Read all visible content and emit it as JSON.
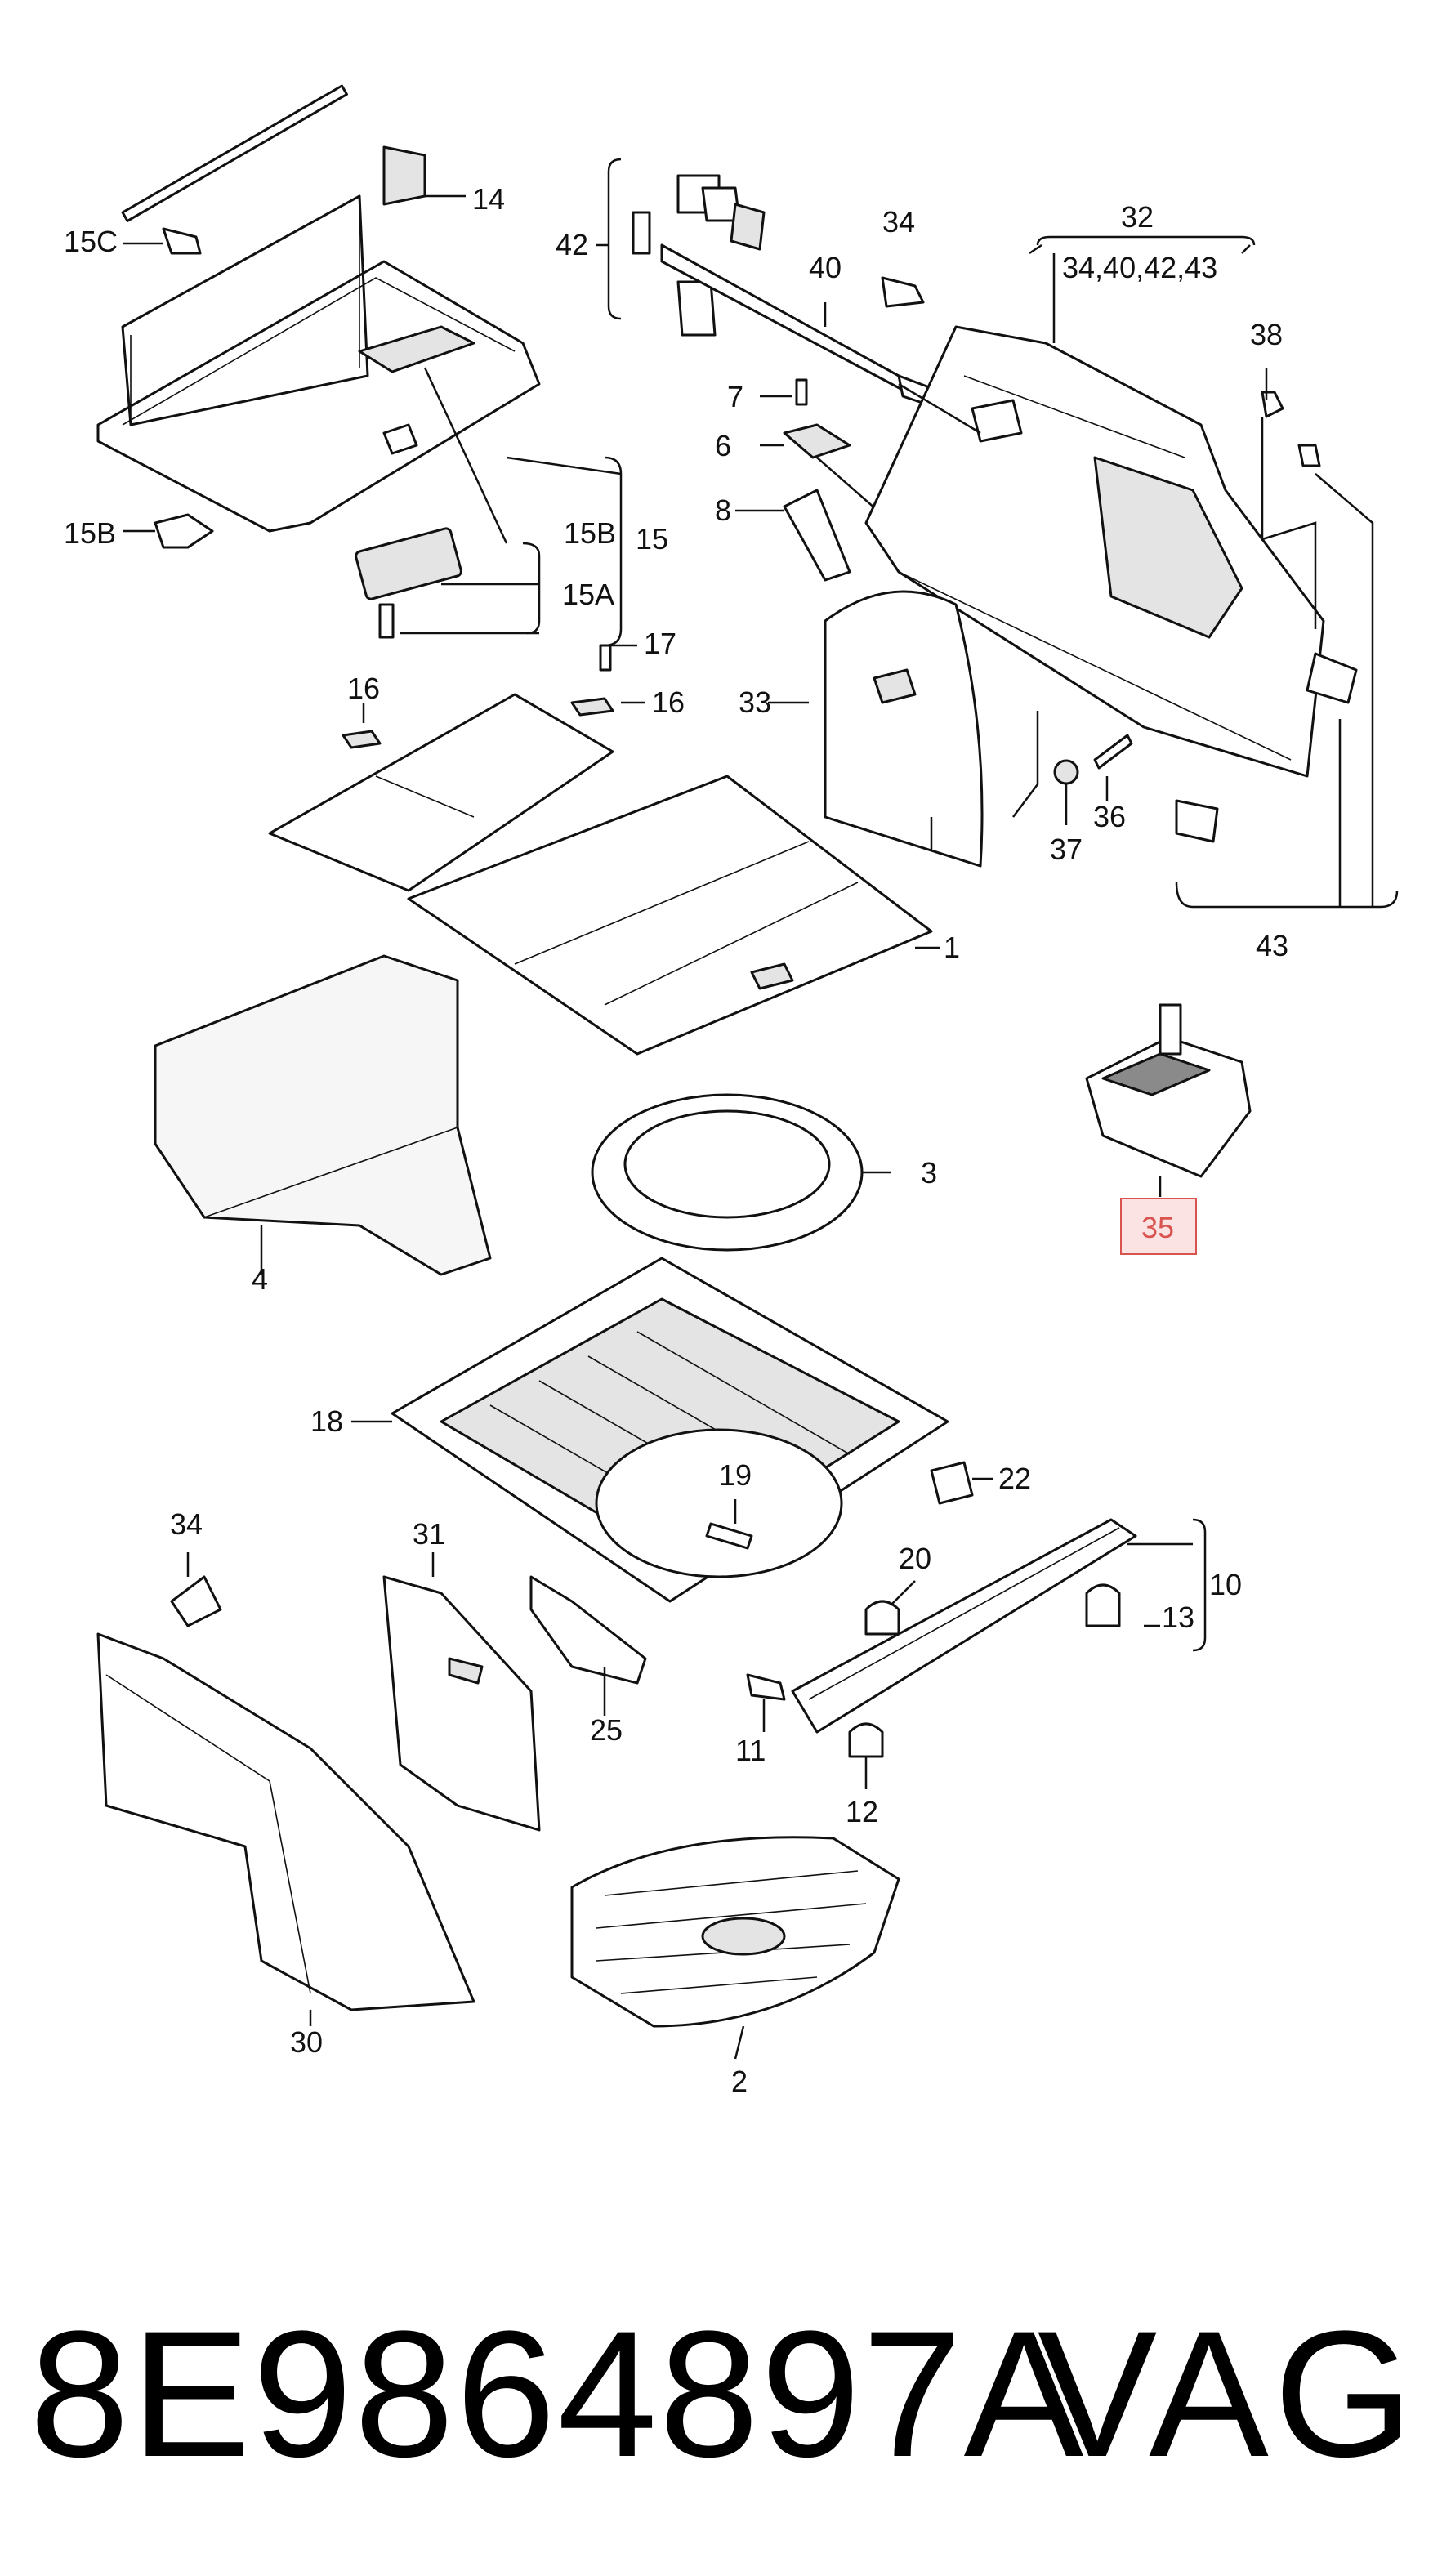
{
  "labels": {
    "l1": "1",
    "l2": "2",
    "l3": "3",
    "l4": "4",
    "l6": "6",
    "l7": "7",
    "l8": "8",
    "l10": "10",
    "l11": "11",
    "l12": "12",
    "l13": "13",
    "l14": "14",
    "l15": "15",
    "l15A": "15A",
    "l15B_brace": "15B",
    "l15B": "15B",
    "l15C": "15C",
    "l16a": "16",
    "l16b": "16",
    "l17": "17",
    "l18": "18",
    "l19": "19",
    "l20": "20",
    "l22": "22",
    "l25": "25",
    "l30": "30",
    "l31": "31",
    "l32": "32",
    "l32_sub": "34,40,42,43",
    "l33": "33",
    "l34a": "34",
    "l34b": "34",
    "l35": "35",
    "l36": "36",
    "l37": "37",
    "l38": "38",
    "l40": "40",
    "l42": "42",
    "l43": "43"
  },
  "highlight_color": "#d9534f",
  "highlight_fill": "#fbe3e3",
  "footer": {
    "part_number": "8E9864897A",
    "brand": "VAG"
  }
}
